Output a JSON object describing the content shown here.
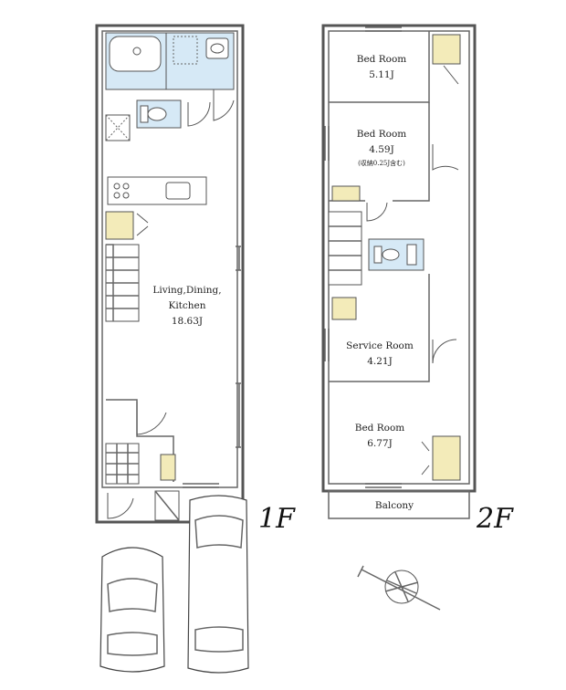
{
  "floors": [
    {
      "label": "1F",
      "rooms": [
        {
          "name": "Living,Dining,",
          "name2": "Kitchen",
          "area": "18.63J"
        }
      ]
    },
    {
      "label": "2F",
      "rooms": [
        {
          "name": "Bed Room",
          "area": "5.11J"
        },
        {
          "name": "Bed Room",
          "area": "4.59J",
          "note": "(収納0.25J含む)"
        },
        {
          "name": "Service Room",
          "area": "4.21J"
        },
        {
          "name": "Bed Room",
          "area": "6.77J"
        },
        {
          "name": "Balcony"
        }
      ]
    }
  ],
  "colors": {
    "wet_area": "#d6e9f6",
    "storage": "#f3ebb9",
    "wall": "#555555"
  },
  "icons": [
    "compass-icon",
    "car-icon",
    "bathtub-icon",
    "toilet-icon",
    "stove-icon",
    "sink-icon"
  ]
}
